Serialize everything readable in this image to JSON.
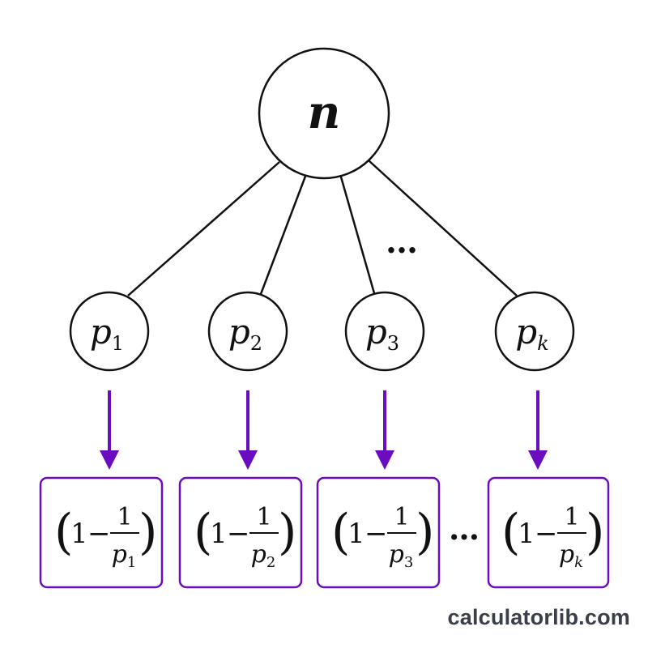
{
  "root": {
    "label": "n"
  },
  "children": [
    {
      "base": "p",
      "sub": "1"
    },
    {
      "base": "p",
      "sub": "2"
    },
    {
      "base": "p",
      "sub": "3"
    },
    {
      "base": "p",
      "sub": "k"
    }
  ],
  "tree_ellipsis": "…",
  "factor": {
    "lparen": "(",
    "rparen": ")",
    "one": "1",
    "minus": "−",
    "numerator": "1",
    "base": "p"
  },
  "factor_ellipsis": "…",
  "colors": {
    "line": "#111111",
    "accent": "#6a0dc0"
  },
  "watermark": "calculatorlib.com"
}
